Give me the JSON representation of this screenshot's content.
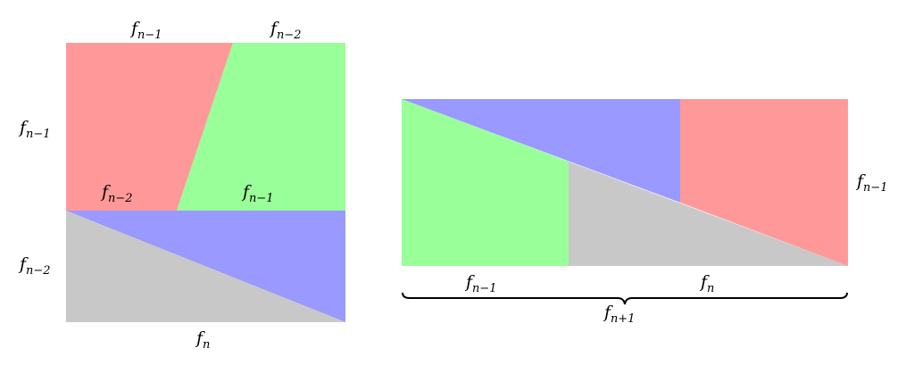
{
  "colors": {
    "red": "#ff9999",
    "green": "#99ff99",
    "blue": "#9999ff",
    "gray": "#c8c8c8"
  },
  "labels": {
    "left_top_a": "n−1",
    "left_top_b": "n−2",
    "left_side_a": "n−1",
    "left_side_b": "n−2",
    "left_mid_a": "n−2",
    "left_mid_b": "n−1",
    "left_bottom": "n",
    "right_side": "n−1",
    "right_bottom_a": "n−1",
    "right_bottom_b": "n",
    "right_brace": "n+1"
  },
  "letter": "f"
}
